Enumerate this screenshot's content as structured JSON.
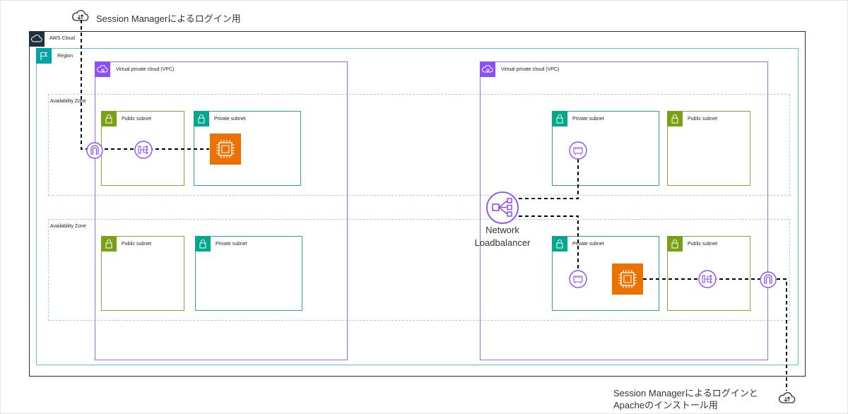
{
  "labels": {
    "top_login": "Session Managerによるログイン用",
    "bottom_login_line1": "Session Managerによるログインと",
    "bottom_login_line2": "Apacheのインストール用",
    "aws_cloud": "AWS Cloud",
    "region": "Region",
    "vpc_left": "Virtual private cloud (VPC)",
    "vpc_right": "Virtual private cloud (VPC)",
    "az_top": "Availability Zone",
    "az_bottom": "Availability Zone",
    "nlb_line1": "Network",
    "nlb_line2": "Loadbalancer",
    "subnets": {
      "left_top_public": "Public subnet",
      "left_top_private": "Private subnet",
      "left_bottom_public": "Public subnet",
      "left_bottom_private": "Private subnet",
      "right_top_private": "Private subnet",
      "right_top_public": "Public subnet",
      "right_bottom_private": "Private subnet",
      "right_bottom_public": "Public subnet"
    }
  },
  "icons": {
    "cloud": "cloud-upload-download-icon",
    "aws": "aws-cloud-icon",
    "region": "region-flag-icon",
    "vpc": "vpc-icon",
    "subnet": "lock-icon",
    "igw": "internet-gateway-icon",
    "nat": "nat-gateway-icon",
    "ec2": "ec2-instance-icon",
    "eni": "network-interface-icon",
    "nlb": "network-load-balancer-icon"
  },
  "colors": {
    "aws_cloud": "#232f3e",
    "region": "#5fc8c4",
    "vpc": "#a166ff",
    "public_subnet": "#7aa116",
    "private_subnet": "#01a88d",
    "ec2": "#ed7100",
    "network_icon": "#8c4fff"
  }
}
